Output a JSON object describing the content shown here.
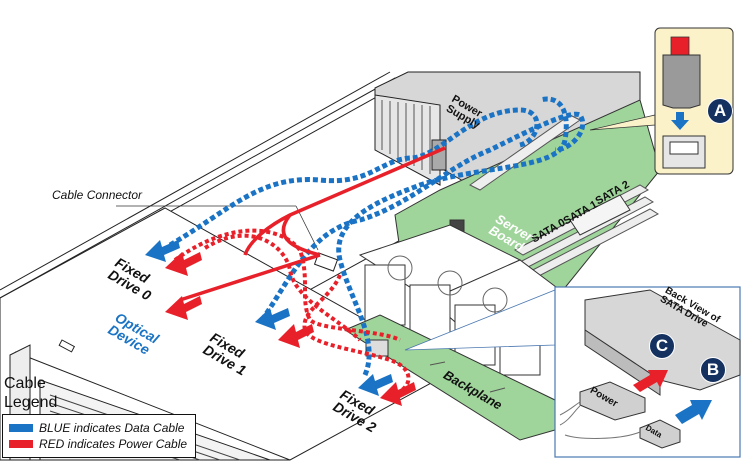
{
  "diagram": {
    "title": "SATA Cable Routing",
    "colors": {
      "data_cable": "#1a73c4",
      "power_cable": "#e8202a",
      "board": "#9fd49a",
      "inset_bg": "#fbf2c9",
      "badge": "#14315f"
    },
    "labels": {
      "power_supply": "Power\nSupply",
      "server_board": "Server\nBoard",
      "sata0": "SATA 0",
      "sata1": "SATA 1",
      "sata2": "SATA 2",
      "cable_connector": "Cable\nConnector",
      "fixed_drive_0": "Fixed\nDrive 0",
      "optical_device": "Optical\nDevice",
      "fixed_drive_1": "Fixed\nDrive 1",
      "fixed_drive_2": "Fixed\nDrive 2",
      "backplane": "Backplane"
    },
    "inset_a": {
      "badge": "A"
    },
    "inset_bc": {
      "title": "Back View of\nSATA Drive",
      "badge_c": "C",
      "badge_b": "B",
      "power_plug": "Power",
      "data_plug": "Data"
    },
    "legend": {
      "title": "Cable\nLegend",
      "items": [
        {
          "label": "BLUE indicates Data Cable",
          "color": "#1a73c4"
        },
        {
          "label": "RED indicates Power Cable",
          "color": "#e8202a"
        }
      ]
    }
  }
}
